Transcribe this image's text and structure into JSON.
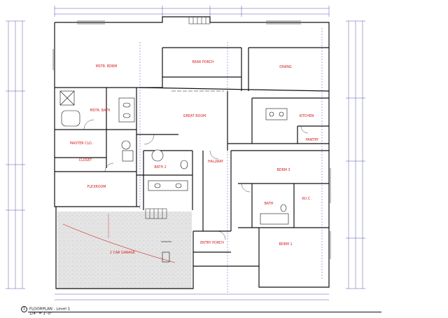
{
  "rooms": {
    "mstr_bdrm": "MSTR. BDRM",
    "rear_porch": "REAR PORCH",
    "dining": "DINING",
    "mstr_bath": "MSTR. BATH",
    "great_room": "GREAT ROOM",
    "kitchen": "KITCHEN",
    "master_clo": "MASTER CLO.",
    "pantry": "PANTRY",
    "closet": "CLOSET",
    "bath2": "BATH 2",
    "hallway": "HALLWAY",
    "bdrm3": "BDRM 3",
    "flexroom": "FLEXROOM",
    "bath": "BATH",
    "wic": "W.I.C.",
    "entry_porch": "ENTRY PORCH",
    "bdrm1": "BDRM 1",
    "garage": "2 CAR GARAGE"
  },
  "footer": {
    "number": "1",
    "title": "FLOORPLAN - Level 1",
    "scale": "1/4\" = 1'-0\""
  },
  "colors": {
    "line": "#111111",
    "label": "#d22020",
    "dimension": "#2a2aa0",
    "garage_fill": "#e6e6e6"
  }
}
